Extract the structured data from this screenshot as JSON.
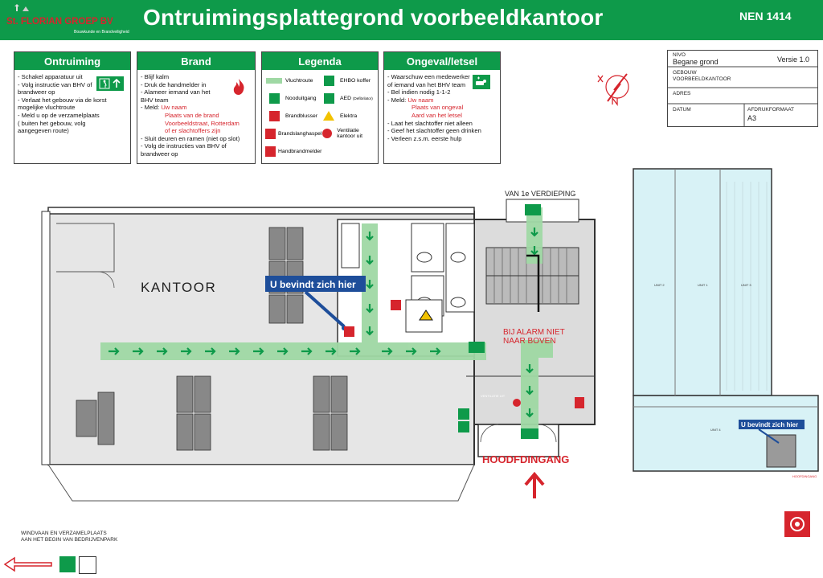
{
  "header": {
    "logo_text": "St. FLORIAN GROEP BV",
    "logo_subtext": "Bouwkunde en Brandveiligheid",
    "title": "Ontruimingsplattegrond voorbeeldkantoor",
    "standard": "NEN 1414"
  },
  "panels": {
    "ontruiming": {
      "title": "Ontruiming",
      "items": [
        "- Schakel apparatuur uit",
        "- Volg instructie van BHV of",
        "  brandweer op",
        "- Verlaat het gebouw via de korst",
        "  mogelijke vluchtroute",
        "- Meld u op de verzamelplaats",
        "  ( buiten het gebouw, volg",
        "  aangegeven route)"
      ]
    },
    "brand": {
      "title": "Brand",
      "items": [
        "- Blijf kalm",
        "- Druk de handmelder in",
        "- Alameer iemand van het",
        "  BHV team",
        "- Meld: "
      ],
      "meld_highlight": "Uw naam",
      "red_items": [
        "Plaats van de brand",
        "Voorbeeldstraat,  Rotterdam",
        "of er slachtoffers zijn"
      ],
      "items_after": [
        "- Sluit deuren en ramen (niet op slot)",
        "- Volg de instructies van BHV of",
        "  brandweer op"
      ]
    },
    "legenda": {
      "title": "Legenda",
      "left": [
        {
          "label": "Vluchtroute",
          "icon": "route-arrow-icon"
        },
        {
          "label": "Nooduitgang",
          "icon": "emergency-exit-icon"
        },
        {
          "label": "Brandblusser",
          "icon": "fire-extinguisher-icon"
        },
        {
          "label": "Brandslanghaspel",
          "icon": "fire-hose-icon"
        },
        {
          "label": "Handbrandmelder",
          "icon": "fire-alarm-icon"
        }
      ],
      "right": [
        {
          "label": "EHBO koffer",
          "icon": "first-aid-icon"
        },
        {
          "label": "AED",
          "sublabel": "(Defibrilator)",
          "icon": "aed-icon"
        },
        {
          "label": "Elektra",
          "icon": "electricity-warning-icon"
        },
        {
          "label": "Ventilatie kantoor uit",
          "icon": "ventilation-off-icon"
        }
      ]
    },
    "ongeval": {
      "title": "Ongeval/letsel",
      "items": [
        "- Waarschuw een medewerker",
        "  of iemand van het BHV team",
        "- Bel indien nodig 1-1-2",
        "- Meld: "
      ],
      "meld_highlight": "Uw naam",
      "red_items": [
        "Plaats van ongeval",
        "Aard van het letsel"
      ],
      "items_after": [
        "- Laat het slachtoffer niet alleen",
        "- Geef het slachtoffer geen drinken",
        "- Verleen z.s.m. eerste hulp"
      ]
    }
  },
  "infobox": {
    "niveau_label": "NIVO",
    "niveau_value": "Begane grond",
    "version": "Versie 1.0",
    "gebouw_label": "GEBOUW",
    "gebouw_value": "VOORBEELDKANTOOR",
    "adres_label": "ADRES",
    "datum_label": "DATUM",
    "formaat_label": "AFDRUKFORMAAT",
    "formaat_value": "A3"
  },
  "plan": {
    "room_label": "KANTOOR",
    "you_are_here": "U bevindt zich hier",
    "upper_floor": "VAN 1e VERDIEPING",
    "alarm_note_1": "BIJ ALARM NIET",
    "alarm_note_2": "NAAR BOVEN",
    "main_entrance": "HOODFDINGANG",
    "ventilation_note": "VENTILATIE UIT"
  },
  "overview": {
    "you_are_here": "U bevindt zich hier",
    "entrance": "HOOFDINGANG",
    "unit_labels": [
      "UNIT 2",
      "UNIT 1",
      "UNIT 3",
      "UNIT 4"
    ]
  },
  "footer": {
    "assembly_line1": "WINDVAAN EN VERZAMELPLAATS",
    "assembly_line2": "AAN HET BEGIN VAN BEDRIJVENPARK"
  },
  "colors": {
    "brand_green": "#0e9a4a",
    "route_green": "#9fd8a4",
    "alarm_red": "#d6252d",
    "hint_blue": "#1e4e9a"
  }
}
